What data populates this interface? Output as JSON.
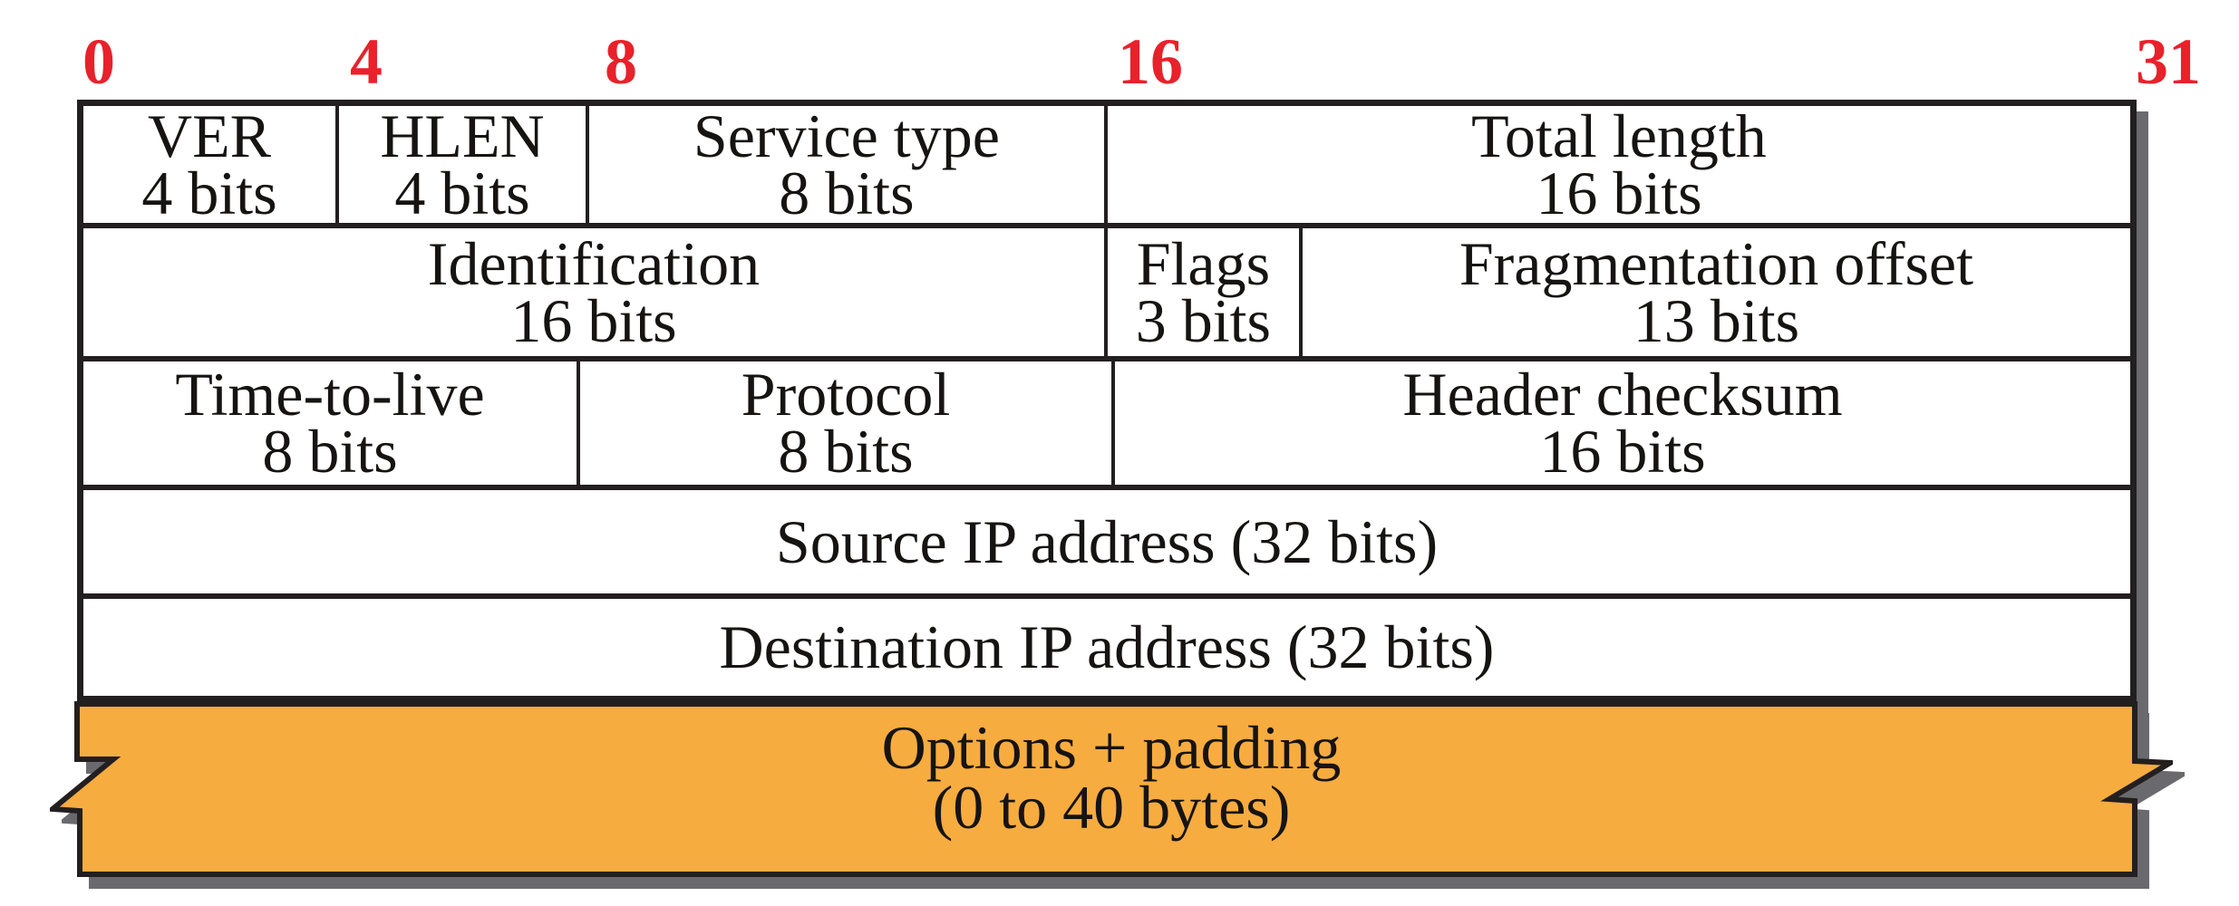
{
  "ruler": {
    "marks": [
      {
        "label": "0"
      },
      {
        "label": "4"
      },
      {
        "label": "8"
      },
      {
        "label": "16"
      },
      {
        "label": "31"
      }
    ]
  },
  "table": {
    "rows": [
      {
        "cells": [
          {
            "field": "VER",
            "size": "4 bits"
          },
          {
            "field": "HLEN",
            "size": "4 bits"
          },
          {
            "field": "Service type",
            "size": "8 bits"
          },
          {
            "field": "Total length",
            "size": "16 bits"
          }
        ]
      },
      {
        "cells": [
          {
            "field": "Identification",
            "size": "16 bits"
          },
          {
            "field": "Flags",
            "size": "3 bits"
          },
          {
            "field": "Fragmentation offset",
            "size": "13 bits"
          }
        ]
      },
      {
        "cells": [
          {
            "field": "Time-to-live",
            "size": "8 bits"
          },
          {
            "field": "Protocol",
            "size": "8 bits"
          },
          {
            "field": "Header checksum",
            "size": "16 bits"
          }
        ]
      },
      {
        "cells": [
          {
            "field": "Source IP address (32 bits)"
          }
        ]
      },
      {
        "cells": [
          {
            "field": "Destination IP address (32 bits)"
          }
        ]
      }
    ]
  },
  "options_banner": {
    "line1": "Options + padding",
    "line2": "(0 to 40 bytes)"
  },
  "colors": {
    "marker_red": "#e8212b",
    "accent_orange": "#f7ac40",
    "shadow_gray": "#6a6a6e",
    "line_black": "#231f20"
  }
}
